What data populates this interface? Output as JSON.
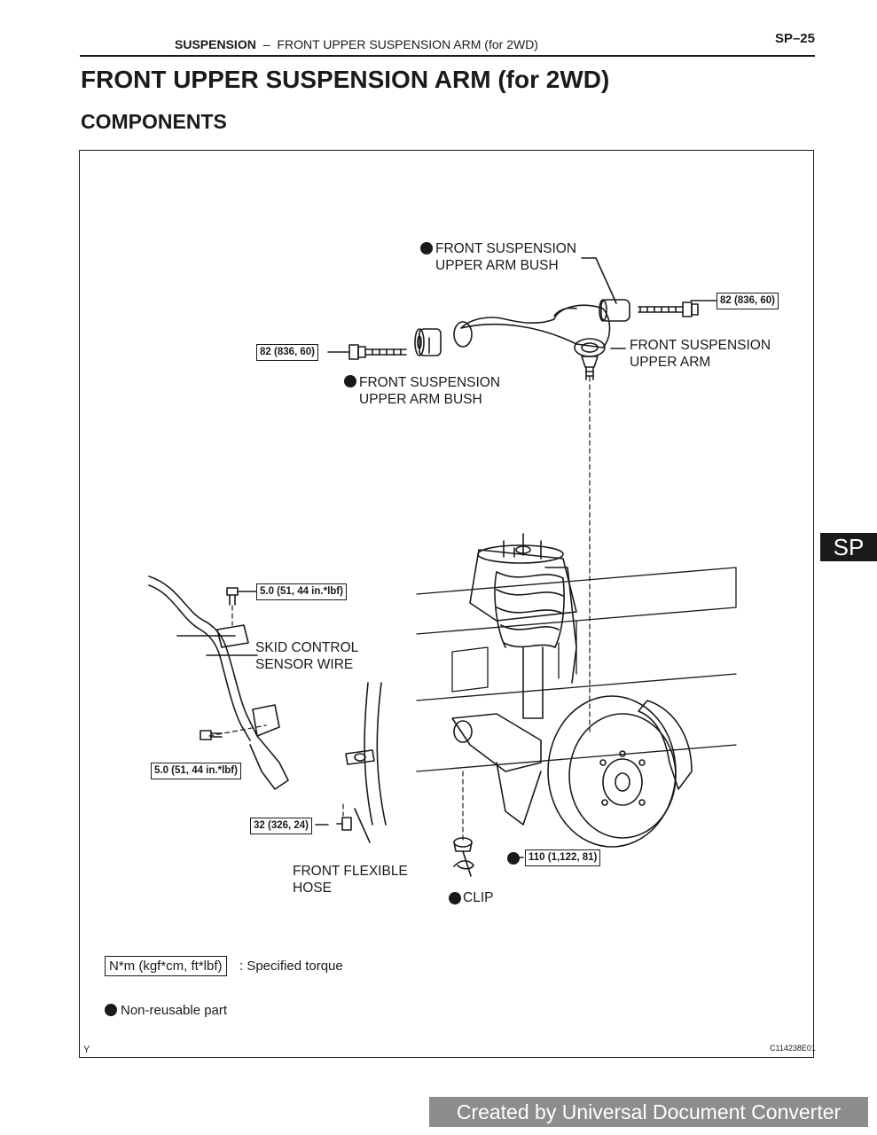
{
  "header": {
    "section": "SUSPENSION",
    "separator": "–",
    "topic": "FRONT UPPER SUSPENSION ARM (for 2WD)",
    "page_number": "SP–25"
  },
  "title": "FRONT UPPER SUSPENSION ARM (for 2WD)",
  "subtitle": "COMPONENTS",
  "figure": {
    "labels": {
      "bush_upper": "FRONT SUSPENSION\nUPPER ARM BUSH",
      "bush_lower": "FRONT SUSPENSION\nUPPER ARM BUSH",
      "upper_arm": "FRONT SUSPENSION\nUPPER ARM",
      "skid_wire": "SKID CONTROL\nSENSOR WIRE",
      "flex_hose": "FRONT FLEXIBLE\nHOSE",
      "clip": "CLIP"
    },
    "torques": {
      "bolt_right": "82 (836, 60)",
      "bolt_left": "82 (836, 60)",
      "sensor_top": "5.0 (51, 44 in.*lbf)",
      "sensor_bottom": "5.0 (51, 44 in.*lbf)",
      "hose_bracket": "32 (326, 24)",
      "ball_joint_nut": "110 (1,122, 81)"
    },
    "legend": {
      "torque_unit": "N*m (kgf*cm, ft*lbf)",
      "torque_desc": ": Specified torque",
      "nonreusable": "Non-reusable part"
    },
    "corner_letter": "Y",
    "figure_code": "C114238E01"
  },
  "side_tab": "SP",
  "watermark": "Created by Universal Document Converter"
}
